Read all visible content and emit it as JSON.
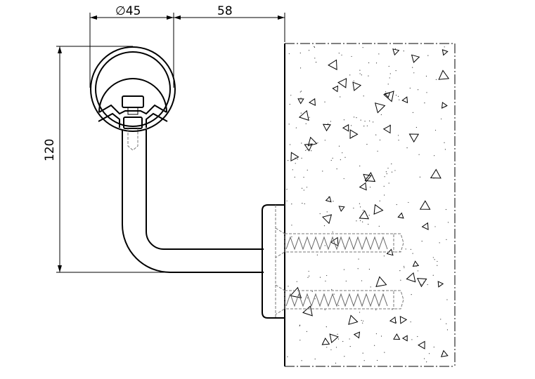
{
  "drawing": {
    "dimensions": {
      "diameter_label": "∅45",
      "offset_label": "58",
      "height_label": "120"
    }
  }
}
